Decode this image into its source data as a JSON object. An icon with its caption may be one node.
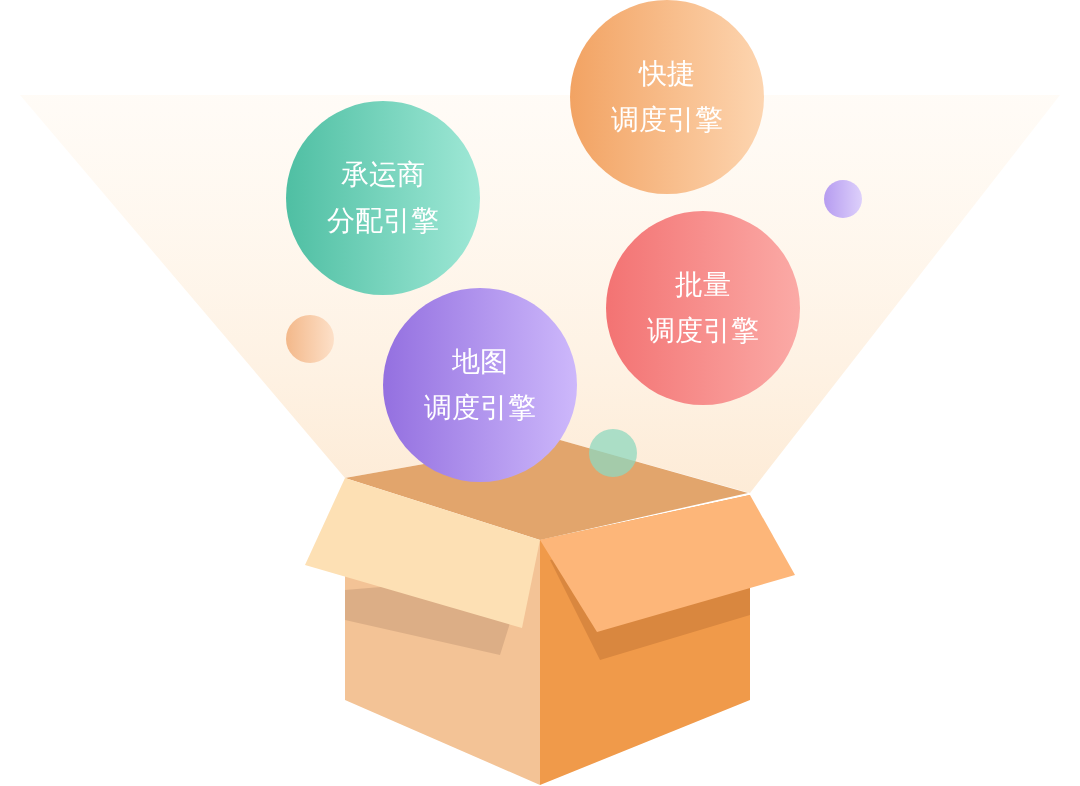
{
  "diagram": {
    "nodes": [
      {
        "text": [
          "快捷调度引擎"
        ]
      },
      {
        "text": [
          "承运商分配引擎"
        ]
      },
      {
        "text": [
          "批量调度引擎"
        ]
      },
      {
        "text": [
          "地图调度引擎"
        ]
      }
    ]
  }
}
